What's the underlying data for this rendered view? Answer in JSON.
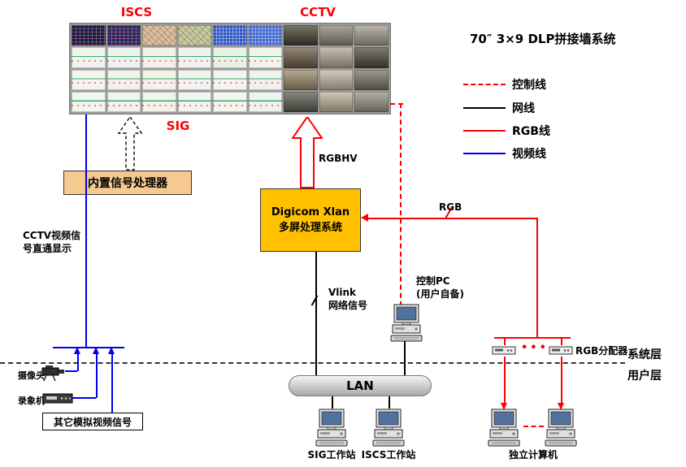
{
  "title": "70″ 3×9 DLP拼接墙系统",
  "wall": {
    "label_iscs": "ISCS",
    "label_cctv": "CCTV",
    "label_sig": "SIG",
    "tiles": [
      [
        {
          "t": "d",
          "c": "#16164e"
        },
        {
          "t": "d",
          "c": "#232366"
        },
        {
          "t": "m",
          "c": "#d8c49a"
        },
        {
          "t": "m",
          "c": "#c2cf9e"
        },
        {
          "t": "b",
          "c": "#2e55c4"
        },
        {
          "t": "b",
          "c": "#4066d0"
        },
        {
          "t": "p",
          "c": "#44402e"
        },
        {
          "t": "p",
          "c": "#8c857a"
        },
        {
          "t": "p",
          "c": "#a49c8e"
        }
      ],
      [
        {
          "t": "s",
          "c": "#f2f2ee"
        },
        {
          "t": "s",
          "c": "#eef2ee"
        },
        {
          "t": "s",
          "c": "#f2f0ea"
        },
        {
          "t": "s",
          "c": "#f0f2f0"
        },
        {
          "t": "s",
          "c": "#e9f0e6"
        },
        {
          "t": "s",
          "c": "#f2f2ee"
        },
        {
          "t": "p",
          "c": "#6b5a46"
        },
        {
          "t": "p",
          "c": "#b3a894"
        },
        {
          "t": "p",
          "c": "#4e483c"
        }
      ],
      [
        {
          "t": "s",
          "c": "#f3f3ef"
        },
        {
          "t": "s",
          "c": "#f1f1ed"
        },
        {
          "t": "s",
          "c": "#f3f1eb"
        },
        {
          "t": "s",
          "c": "#f1f3f1"
        },
        {
          "t": "s",
          "c": "#f3f3ef"
        },
        {
          "t": "s",
          "c": "#eff1ef"
        },
        {
          "t": "p",
          "c": "#9a8a68"
        },
        {
          "t": "p",
          "c": "#c4baa6"
        },
        {
          "t": "p",
          "c": "#787264"
        }
      ],
      [
        {
          "t": "s",
          "c": "#f4f4f0"
        },
        {
          "t": "s",
          "c": "#f2f2ee"
        },
        {
          "t": "s",
          "c": "#f4f2ec"
        },
        {
          "t": "s",
          "c": "#f2f4f2"
        },
        {
          "t": "s",
          "c": "#f4f4f0"
        },
        {
          "t": "s",
          "c": "#f0f2f0"
        },
        {
          "t": "p",
          "c": "#5c5a50"
        },
        {
          "t": "p",
          "c": "#beb49e"
        },
        {
          "t": "p",
          "c": "#9a9484"
        }
      ]
    ]
  },
  "legend": {
    "items": [
      {
        "label": "控制线",
        "color": "#ff0000",
        "dash": "dashed"
      },
      {
        "label": "网线",
        "color": "#000000",
        "dash": "solid"
      },
      {
        "label": "RGB线",
        "color": "#ff0000",
        "dash": "solid"
      },
      {
        "label": "视频线",
        "color": "#0000ee",
        "dash": "solid"
      }
    ]
  },
  "nodes": {
    "processor": "内置信号处理器",
    "digicom_line1": "Digicom Xlan",
    "digicom_line2": "多屏处理系统",
    "lan": "LAN",
    "control_pc_line1": "控制PC",
    "control_pc_line2": "(用户自备)",
    "rgb_splitter": "RGB分配器",
    "sig_workstation": "SIG工作站",
    "iscs_workstation": "ISCS工作站",
    "standalone_pc": "独立计算机",
    "camera": "摄像头",
    "recorder": "录象机",
    "other_analog_video": "其它模拟视频信号"
  },
  "edges": {
    "rgbhv": "RGBHV",
    "vlink_line1": "Vlink",
    "vlink_line2": "网络信号",
    "rgb": "RGB",
    "cctv_direct_line1": "CCTV视频信",
    "cctv_direct_line2": "号直通显示"
  },
  "layers": {
    "system": "系统层",
    "user": "用户层"
  },
  "misc": {
    "splitter_ellipsis": "•••"
  },
  "colors": {
    "control": "#ff0000",
    "network": "#000000",
    "rgb": "#ff0000",
    "video": "#0000ee",
    "processor_bg": "#f5c98f",
    "digicom_bg": "#ffc000"
  }
}
